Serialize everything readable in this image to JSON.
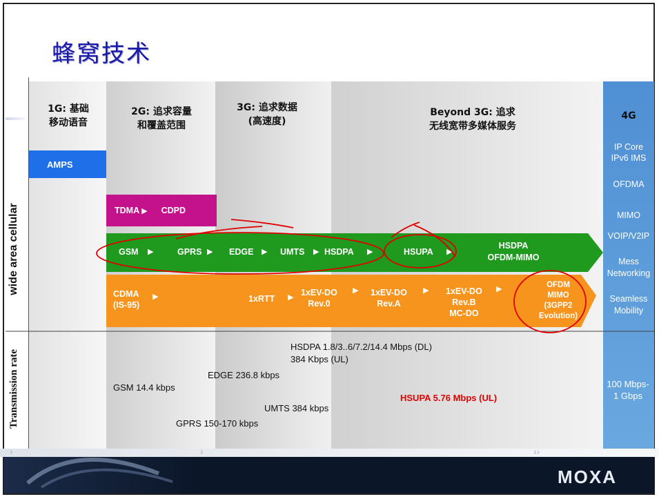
{
  "title": "蜂窝技术",
  "side_labels": {
    "wide_area": "wide area cellular",
    "transmission": "Transmission rate"
  },
  "columns": {
    "g1": [
      "1G: 基础",
      "移动语音"
    ],
    "g2": [
      "2G: 追求容量",
      "和覆盖范围"
    ],
    "g3": [
      "3G: 追求数据",
      "(高速度)"
    ],
    "beyond": [
      "Beyond 3G: 追求",
      "无线宽带多媒体服务"
    ],
    "g4": "4G"
  },
  "rows": {
    "amps": "AMPS",
    "tdma": "TDMA",
    "cdpd": "CDPD",
    "gsm_row": {
      "gsm": "GSM",
      "gprs": "GPRS",
      "edge": "EDGE",
      "umts": "UMTS",
      "hsdpa": "HSDPA",
      "hsupa": "HSUPA",
      "ofdm": [
        "HSDPA",
        "OFDM-MIMO"
      ]
    },
    "cdma_row": {
      "cdma": [
        "CDMA",
        "(IS-95)"
      ],
      "rtt": "1xRTT",
      "evdo0": [
        "1xEV-DO",
        "Rev.0"
      ],
      "evdoA": [
        "1xEV-DO",
        "Rev.A"
      ],
      "evdoB": [
        "1xEV-DO",
        "Rev.B",
        "MC-DO"
      ],
      "ofdm": [
        "OFDM",
        "MIMO",
        "(3GPP2",
        "Evolution)"
      ]
    }
  },
  "g4_items": [
    "IP Core",
    "IPv6 IMS",
    "OFDMA",
    "MIMO",
    "VOIP/V2IP",
    "Mess",
    "Networking",
    "Seamless",
    "Mobility"
  ],
  "g4_rate": [
    "100 Mbps-",
    "1 Gbps"
  ],
  "rates": {
    "hsdpa": [
      "HSDPA 1.8/3..6/7.2/14.4 Mbps (DL)",
      "384 Kbps (UL)"
    ],
    "edge": "EDGE 236.8 kbps",
    "gsm": "GSM 14.4 kbps",
    "umts": "UMTS 384 kbps",
    "gprs": "GPRS 150-170 kbps",
    "hsupa": "HSUPA 5.76 Mbps (UL)"
  },
  "footer_logo": "MOXA",
  "colors": {
    "title": "#1a1aa8",
    "amps": "#1e6fe8",
    "tdma": "#c4128c",
    "gsm_band": "#1f9a1f",
    "cdma_band": "#f7941d",
    "g4": "#5b9bd5",
    "annotation": "#e00000",
    "footer": "#0b1628"
  }
}
